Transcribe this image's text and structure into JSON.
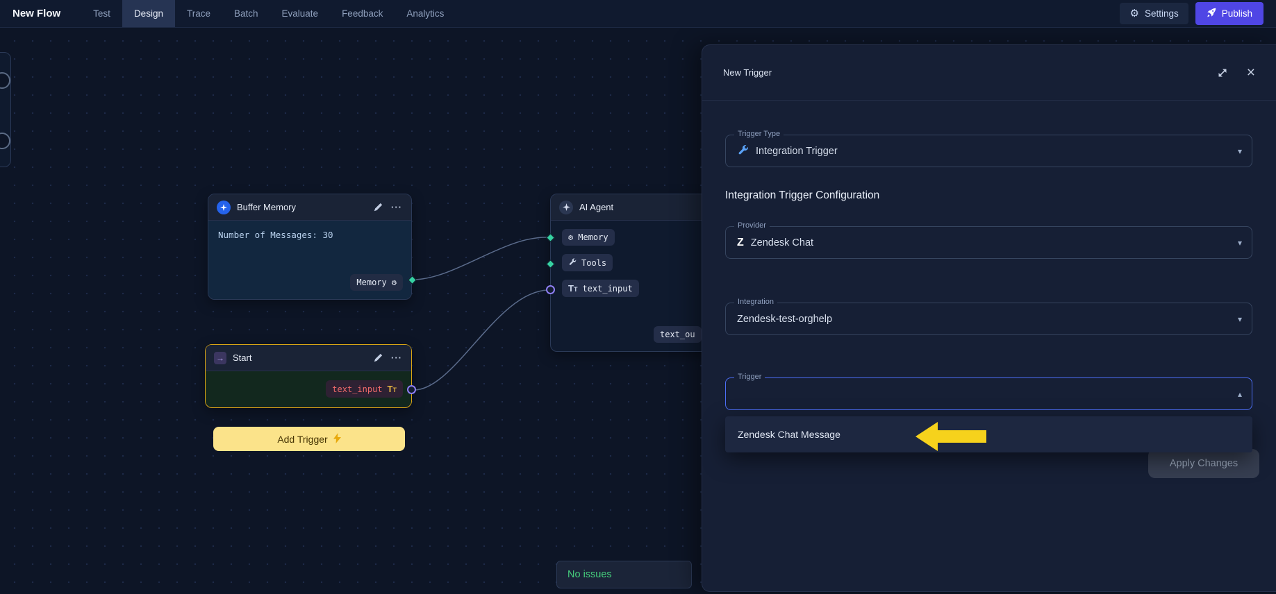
{
  "topbar": {
    "title": "New Flow",
    "tabs": [
      {
        "label": "Test",
        "active": false
      },
      {
        "label": "Design",
        "active": true
      },
      {
        "label": "Trace",
        "active": false
      },
      {
        "label": "Batch",
        "active": false
      },
      {
        "label": "Evaluate",
        "active": false
      },
      {
        "label": "Feedback",
        "active": false
      },
      {
        "label": "Analytics",
        "active": false
      }
    ],
    "settings_label": "Settings",
    "publish_label": "Publish"
  },
  "canvas": {
    "nodes": {
      "buffer_memory": {
        "title": "Buffer Memory",
        "body_text": "Number of Messages: 30",
        "output_badge": "Memory"
      },
      "start": {
        "title": "Start",
        "output_badge": "text_input"
      },
      "ai_agent": {
        "title": "AI Agent",
        "inputs": [
          "Memory",
          "Tools",
          "text_input"
        ],
        "output_badge": "text_ou"
      }
    },
    "add_trigger_label": "Add Trigger",
    "status_text": "No issues"
  },
  "panel": {
    "title": "New Trigger",
    "trigger_type": {
      "label": "Trigger Type",
      "value": "Integration Trigger"
    },
    "section_heading": "Integration Trigger Configuration",
    "provider": {
      "label": "Provider",
      "value": "Zendesk Chat"
    },
    "integration": {
      "label": "Integration",
      "value": "Zendesk-test-orghelp"
    },
    "trigger": {
      "label": "Trigger",
      "value": ""
    },
    "dropdown": {
      "options": [
        "Zendesk Chat Message"
      ]
    },
    "apply_label": "Apply Changes"
  },
  "icons": {
    "gear": "⚙",
    "close": "×",
    "chevron_down": "▾",
    "chevron_up": "▴",
    "dots": "···",
    "pencil_hint": "",
    "start_arrow": "→",
    "text_glyph": "T",
    "zendesk_glyph": "Z"
  },
  "colors": {
    "accent": "#4f46e5",
    "focus_border": "#4c6ef5",
    "warning_button": "#fbe38a",
    "annotation_arrow": "#f6d21c",
    "success_text": "#46d07d",
    "selected_node_border": "#d9a514"
  }
}
